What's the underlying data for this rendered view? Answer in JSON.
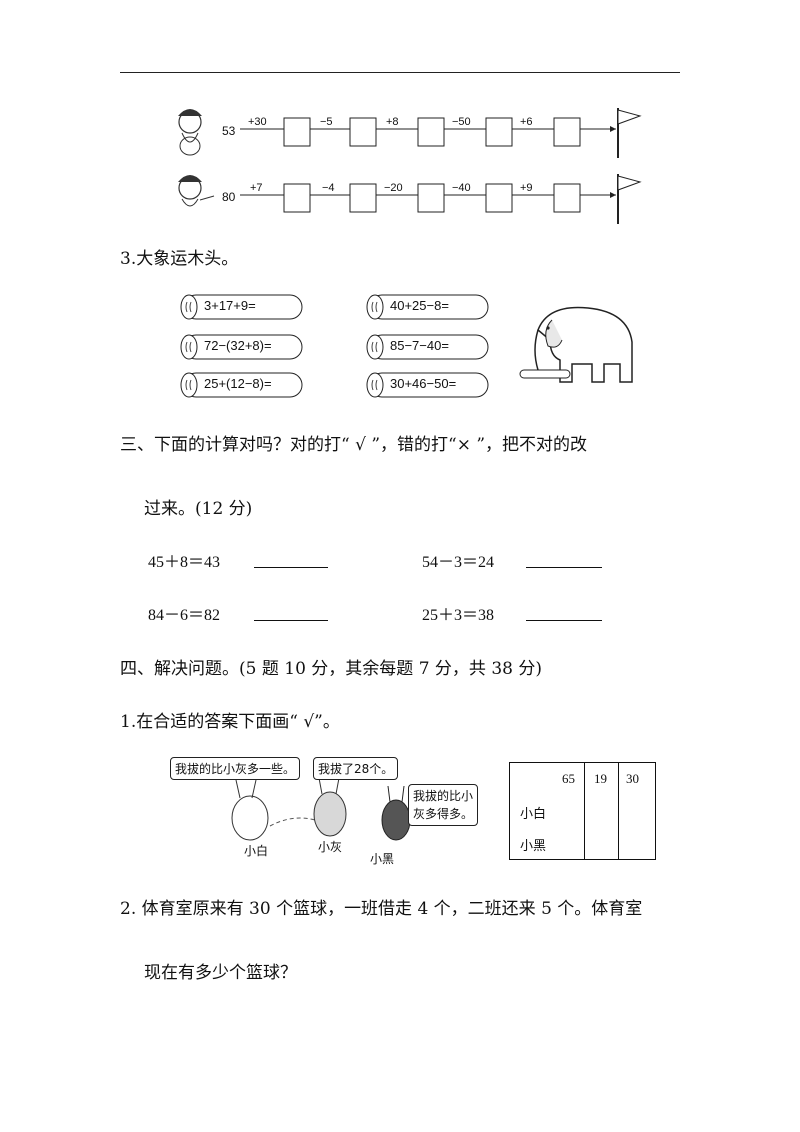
{
  "chains": [
    {
      "start": "53",
      "ops": [
        "+30",
        "−5",
        "+8",
        "−50",
        "+6"
      ]
    },
    {
      "start": "80",
      "ops": [
        "+7",
        "−4",
        "−20",
        "−40",
        "+9"
      ]
    }
  ],
  "section3_title": "3.大象运木头。",
  "logs": [
    "3+17+9=",
    "40+25−8=",
    "72−(32+8)=",
    "85−7−40=",
    "25+(12−8)=",
    "30+46−50="
  ],
  "part3": {
    "title": "三、下面的计算对吗？对的打“ √ ”，错的打“× ”，把不对的改",
    "title_cont": "过来。(12 分)",
    "items": [
      "45＋8＝43",
      "54－3＝24",
      "84－6＝82",
      "25＋3＝38"
    ]
  },
  "part4": {
    "title": "四、解决问题。(5 题 10 分，其余每题 7 分，共 38 分)",
    "q1": "1.在合适的答案下面画“ √”。",
    "bubbles": [
      "我拔的比小灰多一些。",
      "我拔了28个。",
      "我拔的比小",
      "灰多得多。"
    ],
    "names": [
      "小白",
      "小灰",
      "小黑"
    ],
    "table": {
      "headers": [
        "65",
        "19",
        "30"
      ],
      "rows": [
        "小白",
        "小黑"
      ]
    },
    "q2": "2. 体育室原来有 30 个篮球，一班借走 4 个，二班还来 5 个。体育室",
    "q2_cont": "现在有多少个篮球？"
  }
}
